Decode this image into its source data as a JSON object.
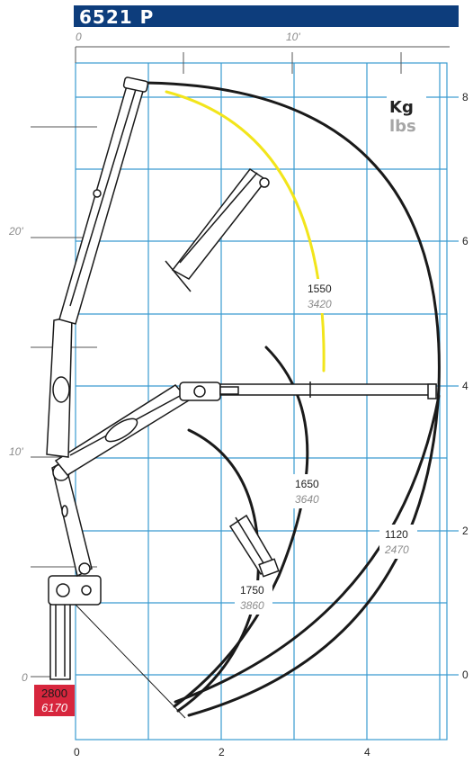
{
  "model": "6521 P",
  "units": {
    "kg": "Kg",
    "lbs": "lbs"
  },
  "axes": {
    "bottom_m": [
      "0",
      "2",
      "4"
    ],
    "right_m": [
      "8",
      "6",
      "4",
      "2",
      "0"
    ],
    "top_ft": [
      "0",
      "10'"
    ],
    "left_ft": [
      "20'",
      "10'",
      "0"
    ]
  },
  "capacities": [
    {
      "kg": "1550",
      "lbs": "3420",
      "color": "#f2e51b"
    },
    {
      "kg": "1650",
      "lbs": "3640",
      "color": "#1a1a1a"
    },
    {
      "kg": "1750",
      "lbs": "3860",
      "color": "#1a1a1a"
    },
    {
      "kg": "1120",
      "lbs": "2470",
      "color": "#1a1a1a"
    }
  ],
  "base_capacity": {
    "kg": "2800",
    "lbs": "6170",
    "color": "#d7263d"
  },
  "colors": {
    "header": "#0d3d7c",
    "grid": "#3a9bd0",
    "yellow": "#f2e51b"
  }
}
